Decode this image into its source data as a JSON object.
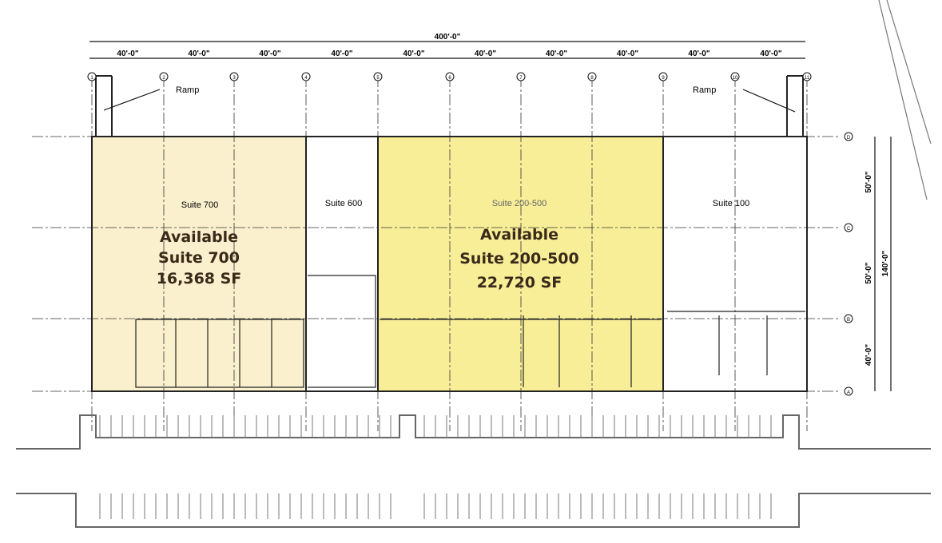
{
  "overall_dimension": "400'-0\"",
  "bay_dimensions": [
    "40'-0\"",
    "40'-0\"",
    "40'-0\"",
    "40'-0\"",
    "40'-0\"",
    "40'-0\"",
    "40'-0\"",
    "40'-0\"",
    "40'-0\"",
    "40'-0\""
  ],
  "column_grid": [
    "1",
    "2",
    "3",
    "4",
    "5",
    "6",
    "7",
    "8",
    "9",
    "10",
    "11"
  ],
  "row_grid": [
    "D",
    "C",
    "B",
    "A"
  ],
  "row_dimensions": [
    "50'-0\"",
    "50'-0\"",
    "40'-0\""
  ],
  "overall_depth": "140'-0\"",
  "ramp_label": "Ramp",
  "suites": [
    {
      "name": "Suite 700",
      "status": "Available",
      "title": "Suite 700",
      "area": "16,368 SF",
      "color": "#fbf0cd"
    },
    {
      "name": "Suite 600"
    },
    {
      "name": "Suite 200-500",
      "status": "Available",
      "title": "Suite 200-500",
      "area": "22,720 SF",
      "color": "#f8ee98"
    },
    {
      "name": "Suite 100"
    }
  ]
}
